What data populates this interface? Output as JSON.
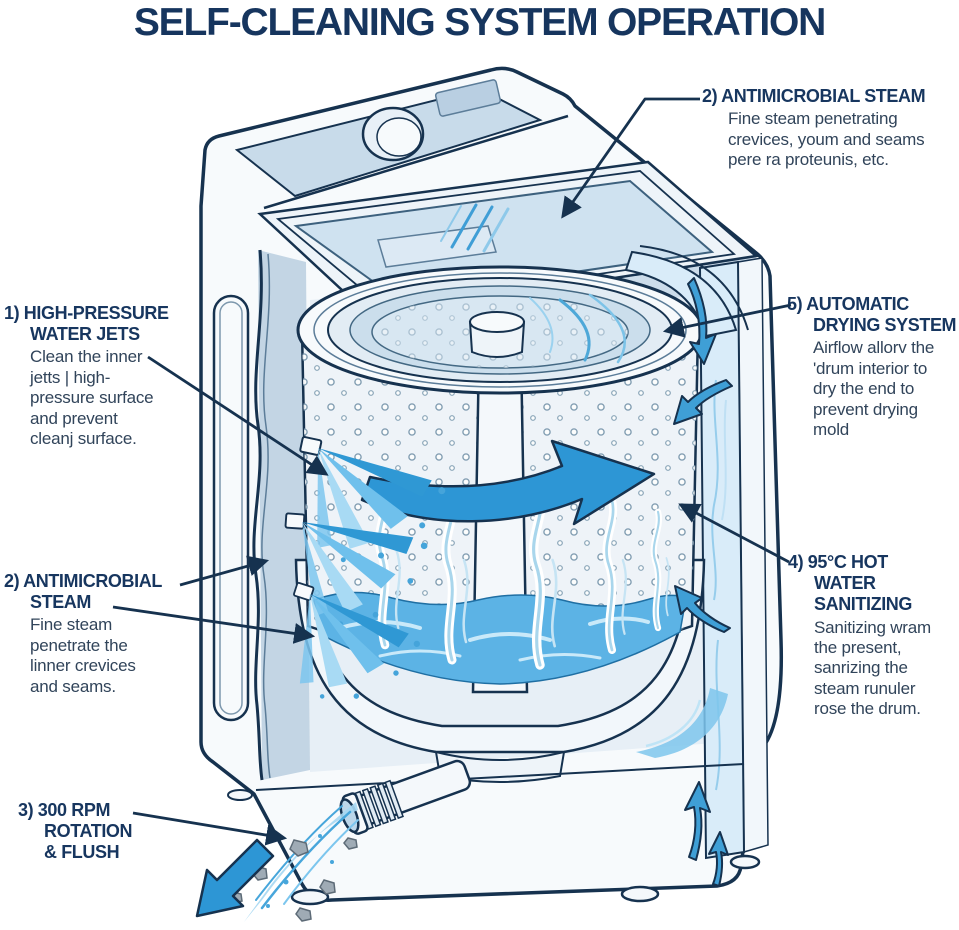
{
  "title": "SELF-CLEANING SYSTEM OPERATION",
  "colors": {
    "navy_outline": "#16324f",
    "heading_text": "#17365f",
    "body_text": "#31445a",
    "rotation_arrow_blue": "#2d96d5",
    "airflow_blue": "#3f9fd6",
    "water_blue": "#5cb3e5",
    "spray_blue": "#6fc0ec",
    "lid_glass_blue": "#cfe2f0",
    "console_panel_blue": "#c8dbea",
    "cabinet_white": "#f7fafc"
  },
  "callouts": {
    "steam_top": {
      "heading": "2) ANTIMICROBIAL STEAM",
      "body": "Fine steam penetrating\ncrevices, youm and seams\npere ra proteunis, etc."
    },
    "drying": {
      "heading": "5) AUTOMATIC\nDRYING SYSTEM",
      "body": "Airflow allorv the\n'drum interior to\ndry the end to\nprevent drying\nmold"
    },
    "sanitizing": {
      "heading": "4) 95°C HOT\nWATER\nSANITIZING",
      "body": "Sanitizing wram\nthe present,\nsanrizing the\nsteam runuler\nrose the drum."
    },
    "water_jets": {
      "heading": "1) HIGH-PRESSURE\nWATER JETS",
      "body": "Clean the inner\njetts | high-\npressure surface\nand prevent\ncleanj surface."
    },
    "steam_left": {
      "heading": "2) ANTIMICROBIAL\nSTEAM",
      "body": "Fine steam\npenetrate the\nlinner crevices\nand seams."
    },
    "rotation": {
      "heading": "3) 300 RPM\nROTATION\n& FLUSH"
    }
  },
  "figure": {
    "elements": [
      "control-knob",
      "control-display",
      "lid-glass",
      "lid-steam-lines",
      "drum",
      "agitator-post",
      "rotation-arrow",
      "water-jet-sprays",
      "steam-wisps",
      "water-pool",
      "airflow-duct",
      "airflow-arrows",
      "drain-hose",
      "flush-spray",
      "debris-particles",
      "flush-arrow"
    ]
  }
}
